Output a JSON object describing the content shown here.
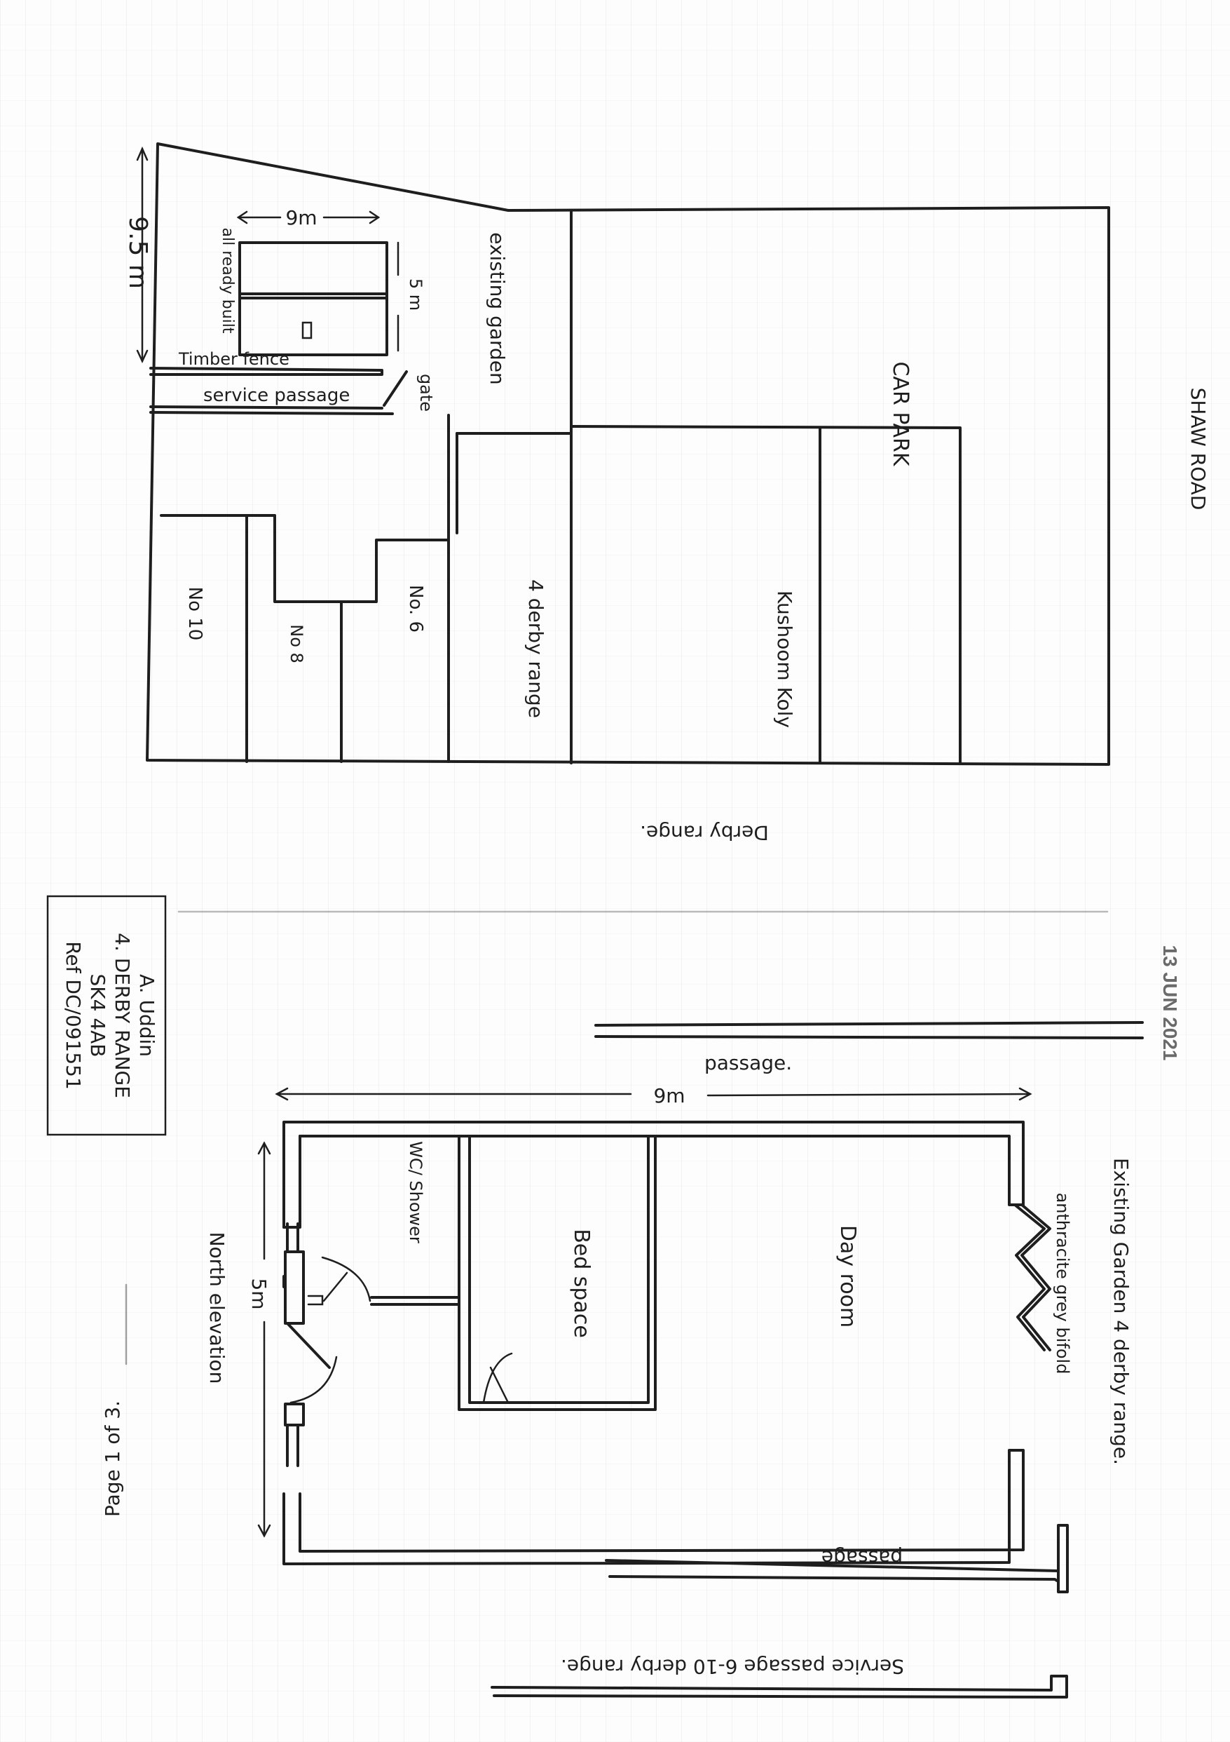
{
  "site_plan": {
    "road": "SHAW ROAD",
    "car_park": "CAR PARK",
    "neighbour_business": "Kushoom Koly",
    "street": "Derby range.",
    "properties": {
      "subject": "4 derby range",
      "no6": "No. 6",
      "no8": "No 8",
      "no10": "No 10"
    },
    "existing_garden": "existing garden",
    "outbuilding_note": "all ready built",
    "timber_fence": "Timber fence",
    "service_passage": "service passage",
    "gate": "gate",
    "dimensions": {
      "width": "9m",
      "depth": "5 m",
      "plot_depth": "9.5 m"
    }
  },
  "title_block": {
    "lines": [
      "A. Uddin",
      "4. DERBY RANGE",
      "SK4 4AB",
      "Ref DC/091551"
    ]
  },
  "received_stamp": "13 JUN 2021",
  "floor_plan": {
    "rooms": {
      "wc": "WC/ Shower",
      "bed": "Bed space",
      "day": "Day room"
    },
    "dimensions": {
      "width": "9m",
      "depth": "5m"
    },
    "passage_top": "passage.",
    "passage_bottom": "passage",
    "garden_note": "Existing Garden 4 derby range.",
    "bifold_note": "anthracite grey bifold",
    "elevation": "North elevation",
    "service_passage_note": "Service passage 6-10 derby range."
  },
  "page_number": "Page 1 of 3."
}
